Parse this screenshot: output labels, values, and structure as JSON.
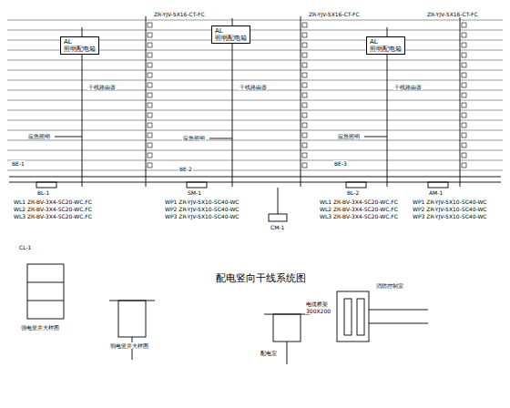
{
  "diagram": {
    "title": "配电竖向干线系统图",
    "nodes": [
      {
        "text": [
          "AL",
          "照明配电箱"
        ]
      },
      {
        "text": [
          "AL",
          "照明配电箱"
        ]
      },
      {
        "text": [
          "AL",
          "照明配电箱"
        ]
      }
    ],
    "labels": [
      "干线路由器",
      "干线路由器",
      "干线路由器",
      "BE-1",
      "BE-2",
      "BE-3",
      "BL-1",
      "BL-2",
      "SM-1",
      "AM-1",
      "CM-1",
      "CL-1",
      "WL1 ZR-BV-3X4-SC20-WC.FC",
      "WL2 ZR-BV-3X4-SC20-WC.FC",
      "WL3 ZR-BV-3X4-SC20-WC.FC",
      "WP1 ZR-YJV-5X10-SC40-WC",
      "WP2 ZR-YJV-5X10-SC40-WC",
      "WP3 ZR-YJV-5X10-SC40-WC",
      "WL1 ZR-BV-3X4-SC20-WC.FC",
      "WL2 ZR-BV-3X4-SC20-WC.FC",
      "WL3 ZR-BV-3X4-SC20-WC.FC",
      "WP1 ZR-YJV-5X10-SC40-WC",
      "WP2 ZR-YJV-5X10-SC40-WC",
      "WP3 ZR-YJV-5X10-SC40-WC",
      "ZR-YJV-5X16-CT-FC",
      "ZR-YJV-5X16-CT-FC",
      "ZR-YJV-5X16-CT-FC",
      "应急照明",
      "应急照明",
      "应急照明",
      "强电竖井大样图",
      "弱电竖井大样图",
      "电缆桥架",
      "300X200",
      "消防控制室",
      "配电室"
    ]
  }
}
